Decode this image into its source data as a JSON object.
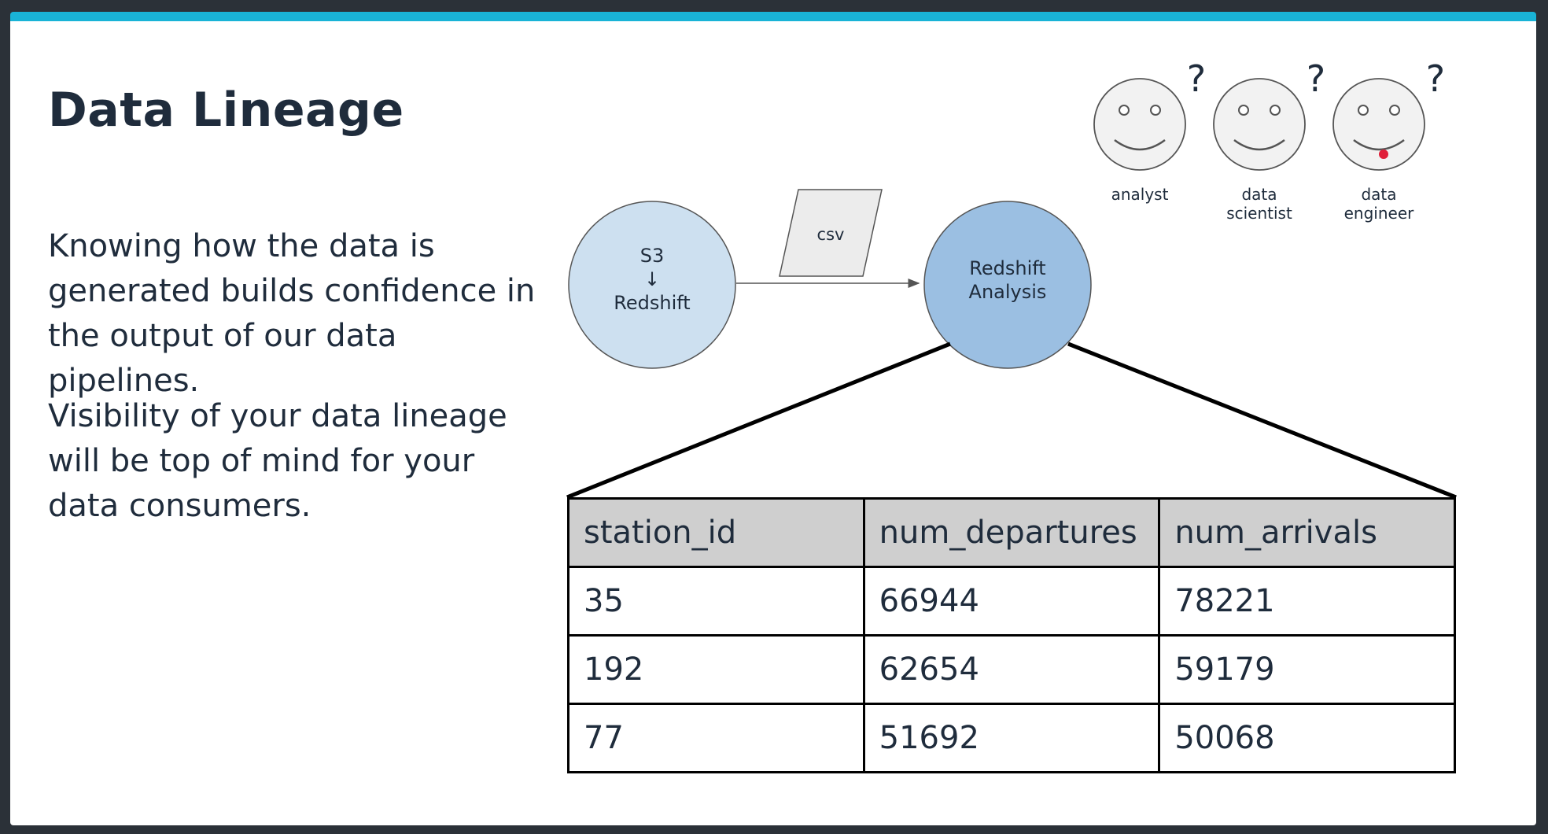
{
  "slide": {
    "title": "Data Lineage",
    "paragraphs": [
      "Knowing how the data is generated builds confidence in the output of our data pipelines.",
      "Visibility of your data lineage will be top of mind for your data consumers."
    ]
  },
  "diagram": {
    "source_node": {
      "line1": "S3",
      "arrow": "↓",
      "line2": "Redshift"
    },
    "file_label": "csv",
    "analysis_node": {
      "line1": "Redshift",
      "line2": "Analysis"
    },
    "consumers": [
      {
        "label_lines": [
          "analyst"
        ],
        "mark": "?",
        "icon": "smiley-face-icon"
      },
      {
        "label_lines": [
          "data",
          "scientist"
        ],
        "mark": "?",
        "icon": "smiley-face-icon"
      },
      {
        "label_lines": [
          "data",
          "engineer"
        ],
        "mark": "?",
        "icon": "smiley-face-icon"
      }
    ]
  },
  "table": {
    "headers": [
      "station_id",
      "num_departures",
      "num_arrivals"
    ],
    "rows": [
      [
        "35",
        "66944",
        "78221"
      ],
      [
        "192",
        "62654",
        "59179"
      ],
      [
        "77",
        "51692",
        "50068"
      ]
    ]
  },
  "colors": {
    "accent_bar": "#19b3d6",
    "source_node_fill": "#cde0f0",
    "analysis_node_fill": "#9bbfe2",
    "file_fill": "#ececec",
    "table_header_fill": "#cfcfcf",
    "tongue": "#e0203a",
    "text": "#1f2c3c"
  }
}
